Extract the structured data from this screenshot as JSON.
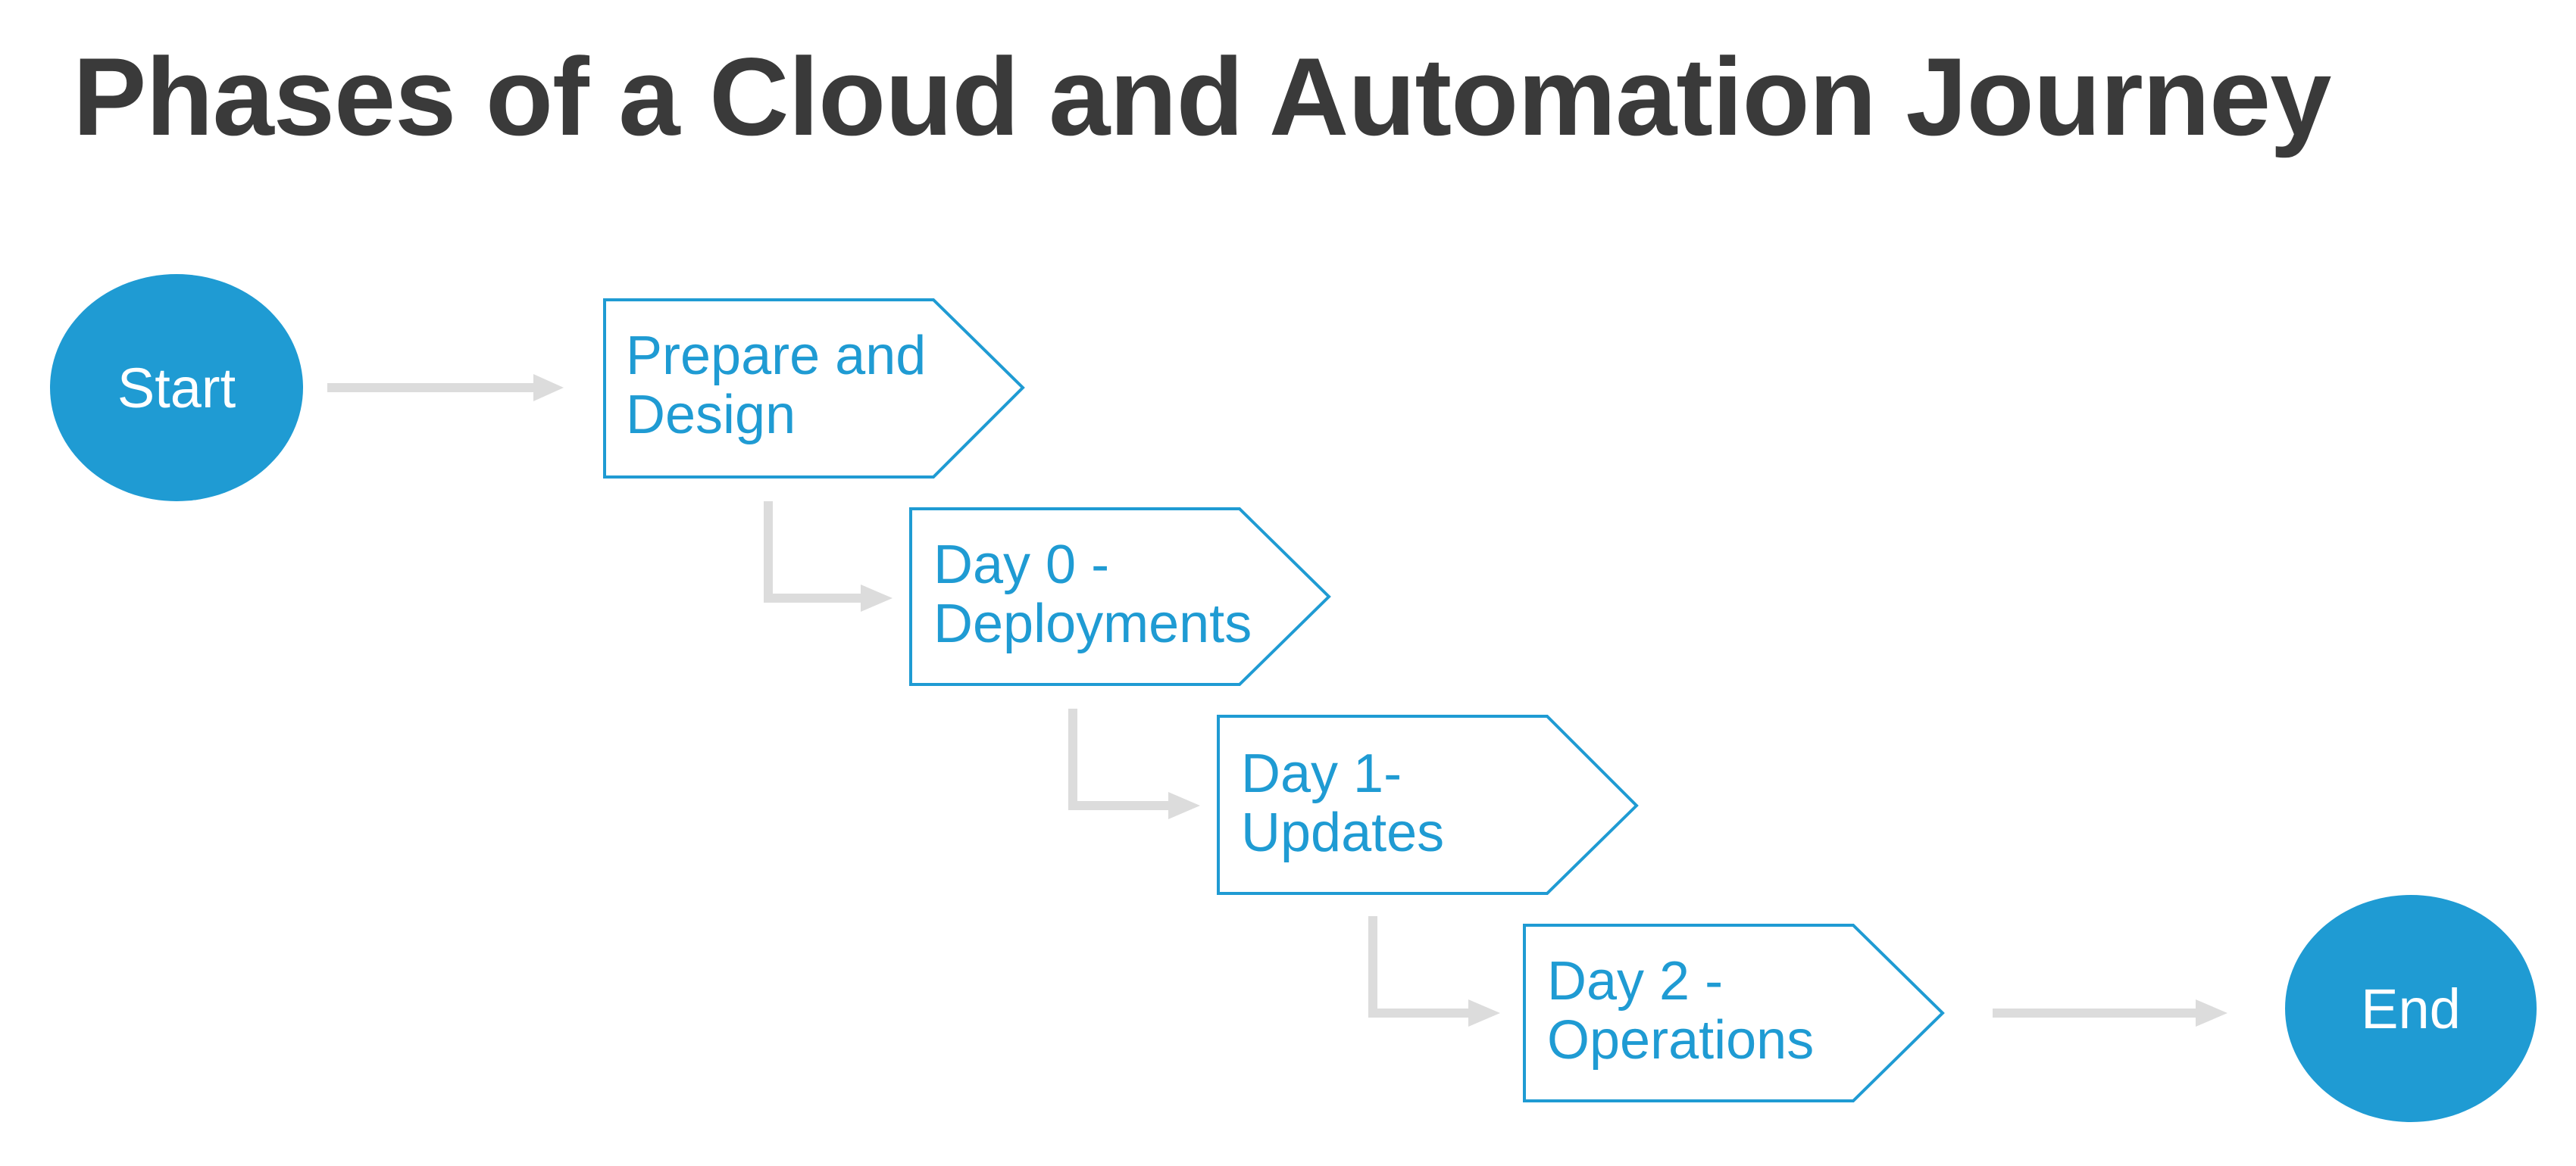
{
  "title": "Phases of a Cloud and Automation Journey",
  "colors": {
    "accent": "#1f9bd3",
    "connector": "#dcdcdc",
    "title": "#3a3a3a",
    "terminal_text": "#ffffff"
  },
  "start": {
    "label": "Start"
  },
  "end": {
    "label": "End"
  },
  "phases": [
    {
      "line1": "Prepare and",
      "line2": "Design"
    },
    {
      "line1": "Day 0 -",
      "line2": "Deployments"
    },
    {
      "line1": "Day 1-",
      "line2": "Updates"
    },
    {
      "line1": "Day 2 -",
      "line2": "Operations"
    }
  ]
}
